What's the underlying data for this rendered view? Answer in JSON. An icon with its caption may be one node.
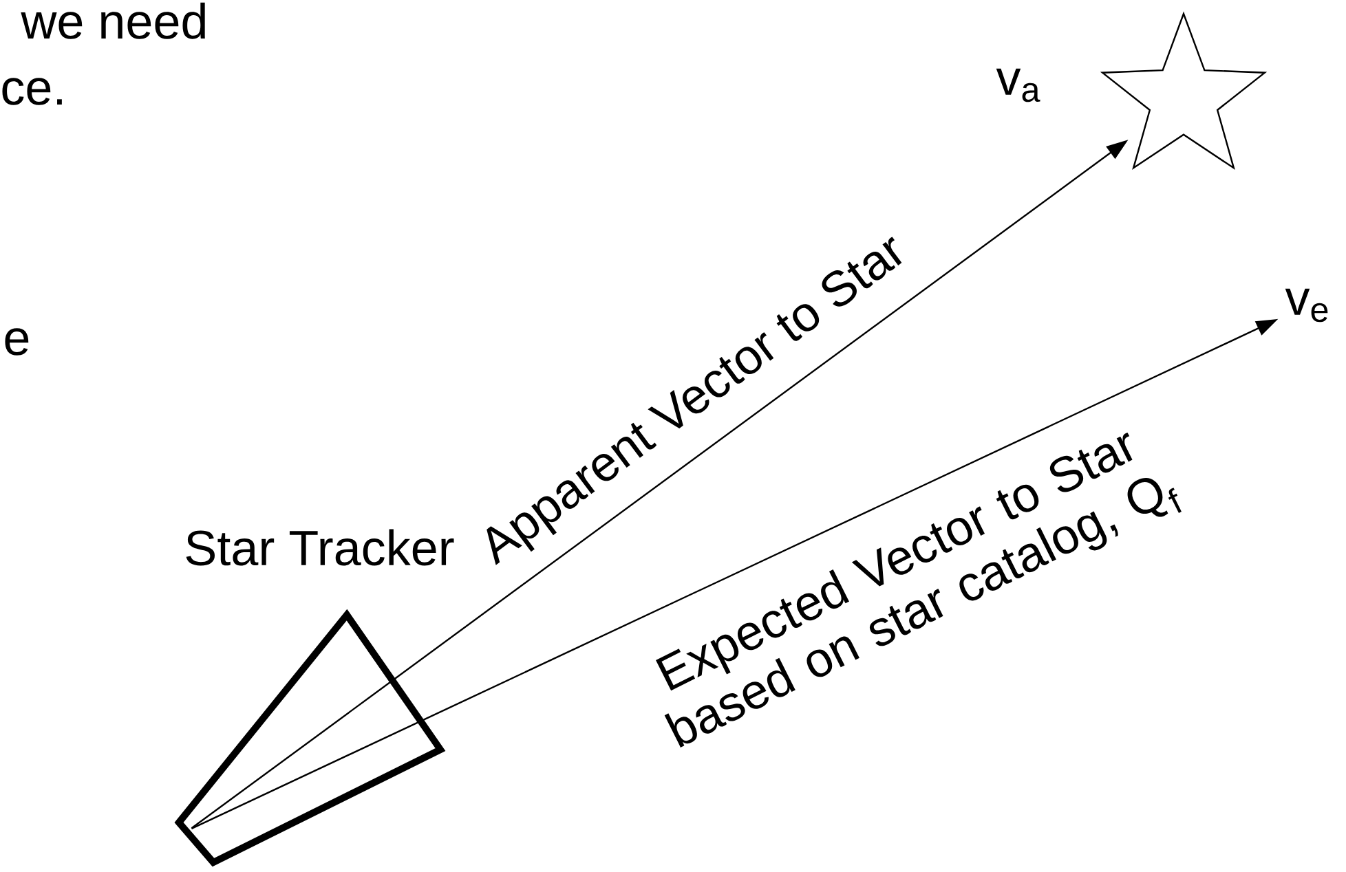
{
  "diagram": {
    "nodes": [
      {
        "text": [
          "Star Tracker"
        ]
      },
      {
        "text": [],
        "shape": "star",
        "beside": [
          "v$_{a}$"
        ]
      },
      {
        "text": [
          "v$_{e}$"
        ]
      }
    ],
    "edges": [
      {
        "from": 0,
        "to": 1,
        "arrow": "to",
        "label": "Apparent Vector to Star"
      },
      {
        "from": 0,
        "to": 2,
        "arrow": "to",
        "label": "Expected Vector to Star based on star catalog, Q$_{f}$"
      }
    ],
    "labels": [
      "we need",
      "ce.",
      "e"
    ]
  }
}
